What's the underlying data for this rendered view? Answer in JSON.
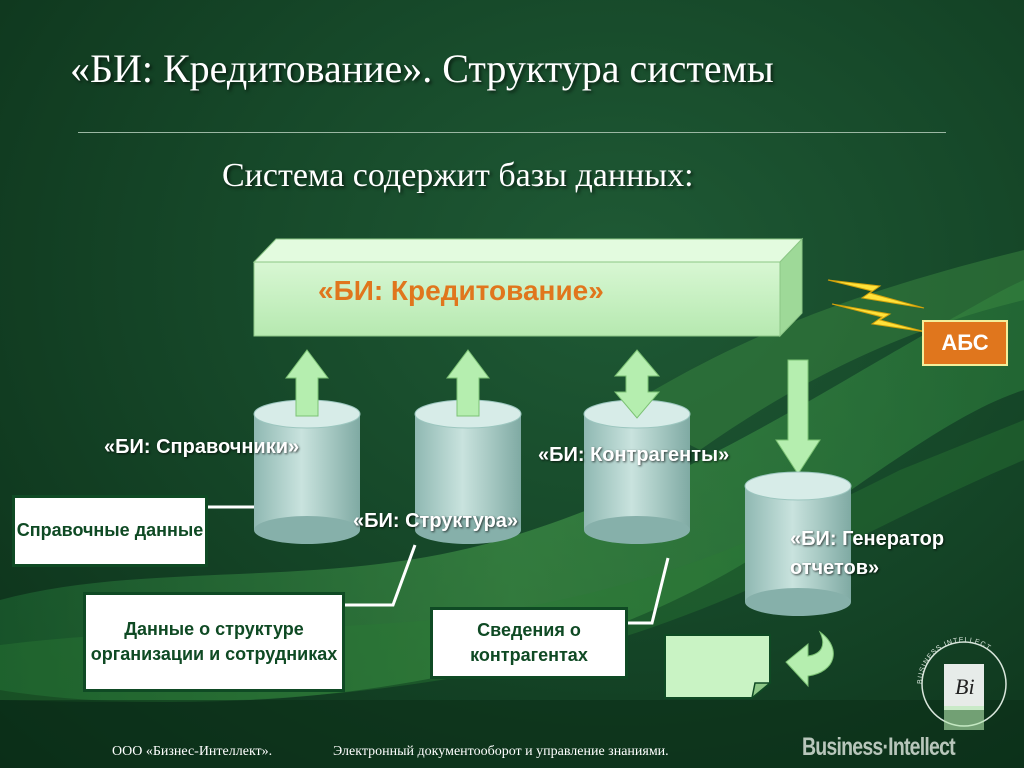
{
  "slide": {
    "title": "«БИ: Кредитование». Структура системы",
    "subtitle": "Система содержит базы данных:"
  },
  "main_block": {
    "label": "«БИ: Кредитование»"
  },
  "abs": {
    "label": "АБС"
  },
  "databases": [
    {
      "id": "spravochniki",
      "label": "«БИ: Справочники»"
    },
    {
      "id": "struktura",
      "label": "«БИ: Структура»"
    },
    {
      "id": "kontragenty",
      "label": "«БИ: Контрагенты»"
    },
    {
      "id": "generator",
      "label": "«БИ: Генератор отчетов»"
    }
  ],
  "notes": [
    {
      "id": "reference-data",
      "text": "Справочные данные"
    },
    {
      "id": "org-structure",
      "text": "Данные о структуре организации и сотрудниках"
    },
    {
      "id": "counterparties",
      "text": "Сведения о контрагентах"
    }
  ],
  "footer": {
    "company": "ООО «Бизнес-Интеллект».",
    "tagline": "Электронный документооборот и управление знаниями.",
    "brand": "Business·Intellect",
    "logo_ring_text": "BUSINESS INTELLECT",
    "logo_monogram": "Bi"
  },
  "colors": {
    "background": "#164829",
    "block_fill": "#c9f3c4",
    "arrow_fill": "#b5eeaf",
    "accent_orange": "#e0761d",
    "lightning": "#ffe23a"
  }
}
